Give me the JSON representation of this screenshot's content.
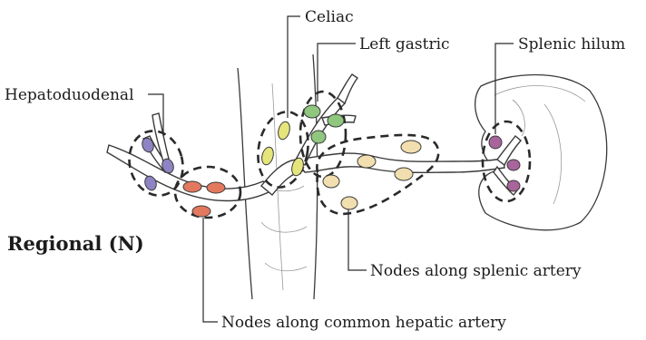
{
  "title": "Regional (N)",
  "labels": {
    "celiac": "Celiac",
    "left_gastric": "Left gastric",
    "splenic_hilum": "Splenic hilum",
    "hepatoduodenal": "Hepatoduodenal",
    "splenic_artery": "Nodes along splenic artery",
    "common_hepatic": "Nodes along common hepatic artery"
  },
  "colors": {
    "hepatoduodenal_nodes": "#8e84c4",
    "common_hepatic_nodes": "#e2795e",
    "celiac_nodes": "#e6e57c",
    "left_gastric_nodes": "#8fc77f",
    "splenic_artery_nodes": "#f2dfaf",
    "splenic_hilum_nodes": "#a9649c"
  }
}
